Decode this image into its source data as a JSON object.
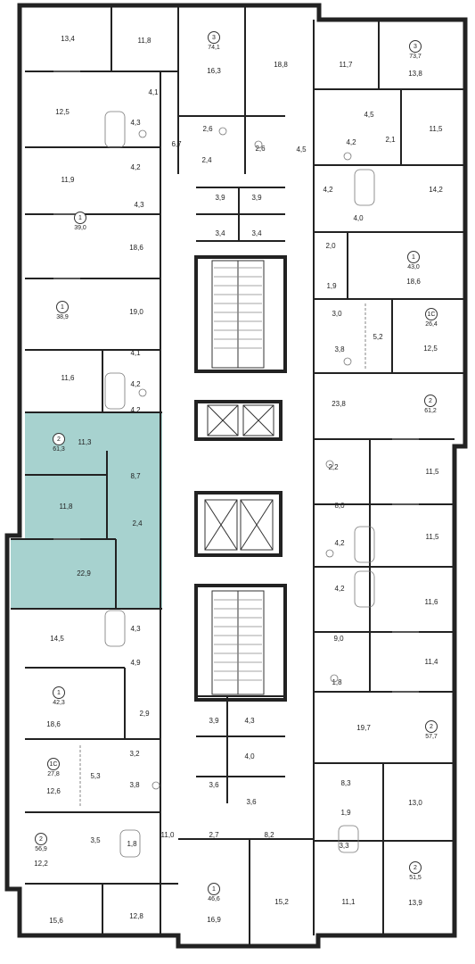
{
  "plan": {
    "highlight_color": "#a7d2cf",
    "wall_color": "#222222",
    "apartments": [
      {
        "id": "apt-3-74",
        "rooms": "3",
        "area": "74,1"
      },
      {
        "id": "apt-3-73",
        "rooms": "3",
        "area": "73,7"
      },
      {
        "id": "apt-1-39",
        "rooms": "1",
        "area": "39,0"
      },
      {
        "id": "apt-1-43",
        "rooms": "1",
        "area": "43,0"
      },
      {
        "id": "apt-1-38",
        "rooms": "1",
        "area": "38,9"
      },
      {
        "id": "apt-1c-26",
        "rooms": "1С",
        "area": "26,4"
      },
      {
        "id": "apt-2-61-left",
        "rooms": "2",
        "area": "61,3",
        "highlighted": true
      },
      {
        "id": "apt-2-61-right",
        "rooms": "2",
        "area": "61,2"
      },
      {
        "id": "apt-1-42",
        "rooms": "1",
        "area": "42,3"
      },
      {
        "id": "apt-2-57",
        "rooms": "2",
        "area": "57,7"
      },
      {
        "id": "apt-1c-27",
        "rooms": "1С",
        "area": "27,8"
      },
      {
        "id": "apt-2-56",
        "rooms": "2",
        "area": "56,9"
      },
      {
        "id": "apt-1-46",
        "rooms": "1",
        "area": "46,6"
      },
      {
        "id": "apt-2-51",
        "rooms": "2",
        "area": "51,5"
      }
    ],
    "room_labels": [
      "13,4",
      "11,8",
      "16,3",
      "18,8",
      "11,7",
      "13,8",
      "4,1",
      "12,5",
      "4,3",
      "6,7",
      "2,6",
      "2,6",
      "4,5",
      "4,2",
      "2,1",
      "11,5",
      "4,5",
      "4,2",
      "2,4",
      "11,9",
      "4,3",
      "3,9",
      "3,9",
      "4,2",
      "14,2",
      "4,0",
      "3,4",
      "3,4",
      "18,6",
      "2,0",
      "18,6",
      "1,9",
      "19,0",
      "3,0",
      "5,2",
      "3,8",
      "12,5",
      "4,1",
      "11,6",
      "4,2",
      "4,2",
      "23,8",
      "11,3",
      "2,2",
      "11,5",
      "8,7",
      "8,0",
      "11,8",
      "2,4",
      "11,5",
      "4,2",
      "22,9",
      "4,2",
      "11,6",
      "14,5",
      "4,3",
      "9,0",
      "4,9",
      "11,4",
      "1,8",
      "18,6",
      "2,9",
      "3,9",
      "4,3",
      "19,7",
      "3,2",
      "4,0",
      "5,3",
      "3,8",
      "12,6",
      "3,6",
      "8,3",
      "3,6",
      "13,0",
      "1,9",
      "3,5",
      "1,8",
      "11,0",
      "2,7",
      "8,2",
      "3,3",
      "12,2",
      "15,6",
      "12,8",
      "16,9",
      "15,2",
      "11,1",
      "13,9"
    ]
  }
}
